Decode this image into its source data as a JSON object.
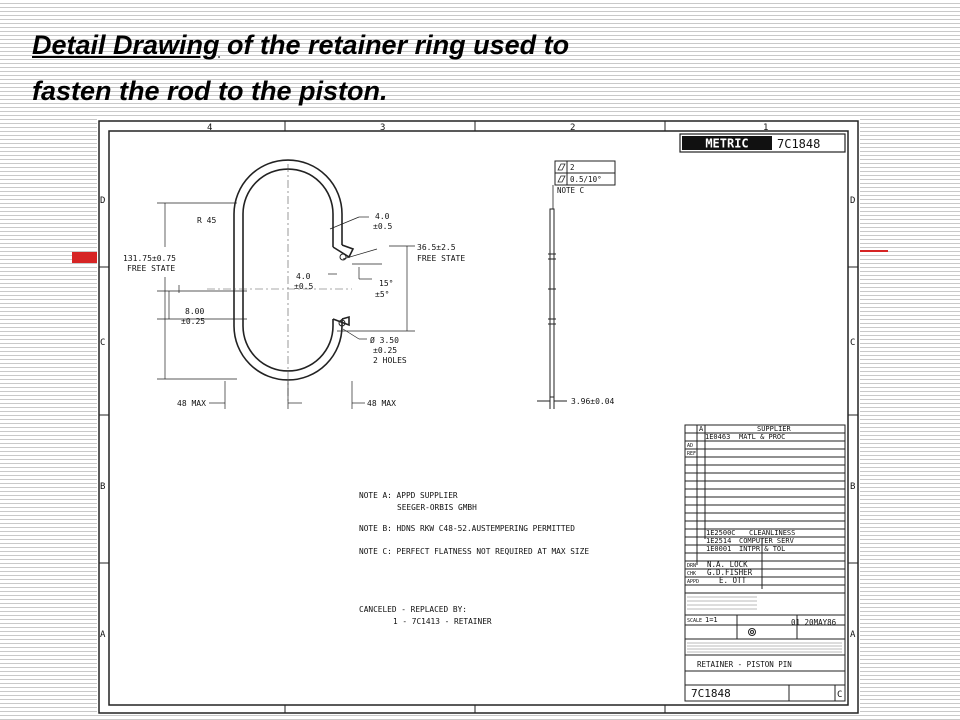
{
  "title": {
    "underlined": "Detail Drawing",
    "line1_rest": " of the retainer ring used to",
    "line2": "fasten the rod to the piston."
  },
  "drawing": {
    "border_letters": [
      "D",
      "C",
      "B",
      "A"
    ],
    "border_numbers": [
      "4",
      "3",
      "2",
      "1"
    ],
    "logo": "METRIC",
    "part_number": "7C1848",
    "flatness_box": [
      "2",
      "0.5/10°",
      "NOTE C"
    ],
    "dimensions": {
      "radius": "R 45",
      "height": "131.75±0.75",
      "height_state": "FREE STATE",
      "gap_a": "4.0",
      "gap_a_tol": "±0.5",
      "gap_b": "4.0",
      "gap_b_tol": "±0.5",
      "opening": "36.5±2.5",
      "opening_state": "FREE STATE",
      "angle": "15°",
      "angle_tol": "±5°",
      "lug": "8.00",
      "lug_tol": "±0.25",
      "hole": "Ø 3.50",
      "hole_tol": "±0.25",
      "hole_count": "2 HOLES",
      "width_left": "48 MAX",
      "width_right": "48 MAX",
      "thickness": "3.96±0.04"
    },
    "notes": {
      "a1": "NOTE A: APPD SUPPLIER",
      "a2": "SEEGER-ORBIS GMBH",
      "b": "NOTE B: HDNS RKW C48-52.AUSTEMPERING PERMITTED",
      "c": "NOTE C: PERFECT FLATNESS NOT REQUIRED AT MAX SIZE",
      "canceled1": "CANCELED - REPLACED BY:",
      "canceled2": "1 - 7C1413 - RETAINER"
    },
    "title_block": {
      "supplier_code": "A",
      "supplier": "SUPPLIER",
      "mat_code": "1E0463",
      "mat": "MATL & PROC",
      "row_ad": "AD",
      "row_ref": "REF",
      "ref_1_code": "1E2500C",
      "ref_1": "CLEANLINESS",
      "ref_2_code": "1E2514",
      "ref_2": "COMPUTER SERV",
      "ref_3_code": "1E0001",
      "ref_3": "INTPR & TOL",
      "drn_label": "DRN",
      "drn": "N.A. LOCK",
      "chk_label": "CHK",
      "chk": "G.D.FISHER",
      "appd_label": "APPD",
      "appd": "E. OTT",
      "scale_label": "SCALE",
      "scale": "1=1",
      "date": "01 20MAY86",
      "part_name": "RETAINER - PISTON PIN",
      "number": "7C1848",
      "sheet_code": "C"
    }
  }
}
